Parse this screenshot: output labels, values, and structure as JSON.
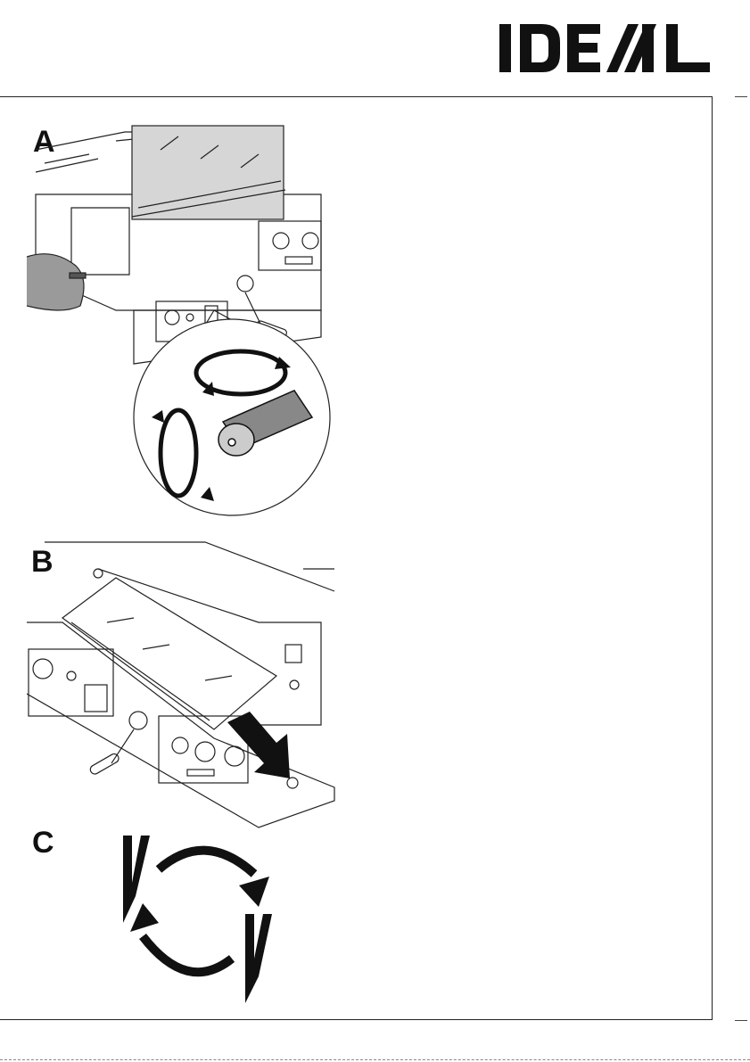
{
  "header": {
    "brand": "IDEAL"
  },
  "figures": [
    {
      "label": "A"
    },
    {
      "label": "B"
    },
    {
      "label": "C"
    }
  ]
}
